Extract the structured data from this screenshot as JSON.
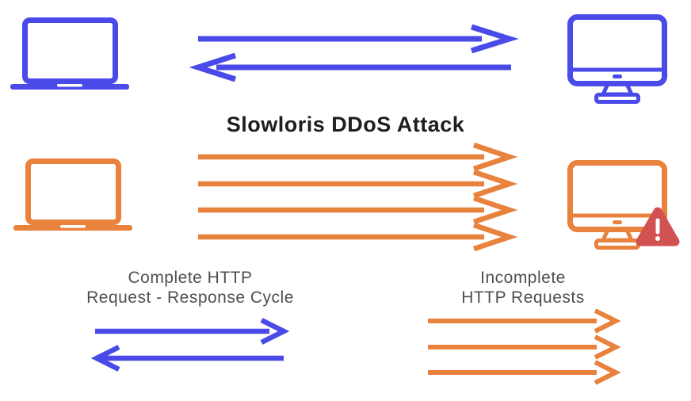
{
  "title": "Slowloris DDoS Attack",
  "colors": {
    "blue": "#4A4AE9",
    "orange": "#E8823C",
    "red": "#D25151",
    "title_text": "#1E1E1E",
    "label_text": "#4F4F4F",
    "background": "#FFFFFF"
  },
  "top_row": {
    "left_icon": "laptop",
    "right_icon": "desktop-monitor",
    "arrows": {
      "right_count": 1,
      "left_count": 1,
      "color": "blue"
    }
  },
  "attack_row": {
    "left_icon": "laptop",
    "right_icon": "desktop-monitor-with-warning",
    "warning_icon": "warning-triangle",
    "arrows": {
      "right_count": 4,
      "color": "orange"
    }
  },
  "legend_complete": {
    "line1": "Complete HTTP",
    "line2": "Request - Response Cycle",
    "arrows": {
      "right_count": 1,
      "left_count": 1,
      "color": "blue"
    }
  },
  "legend_incomplete": {
    "line1": "Incomplete",
    "line2": "HTTP Requests",
    "arrows": {
      "right_count": 3,
      "color": "orange"
    }
  }
}
